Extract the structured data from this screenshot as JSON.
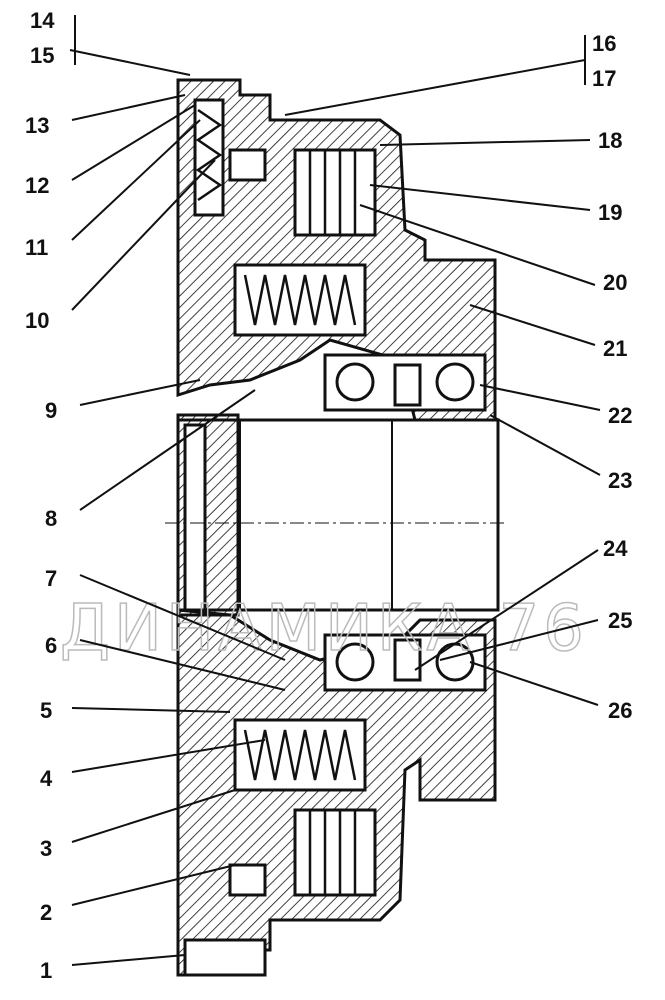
{
  "title": "Clutch assembly cross-section",
  "watermark": "ДИНАМИКА 76",
  "labels_left": [
    "14",
    "15",
    "13",
    "12",
    "11",
    "10",
    "9",
    "8",
    "7",
    "6",
    "5",
    "4",
    "3",
    "2",
    "1"
  ],
  "labels_right": [
    "16",
    "17",
    "18",
    "19",
    "20",
    "21",
    "22",
    "23",
    "24",
    "25",
    "26"
  ]
}
